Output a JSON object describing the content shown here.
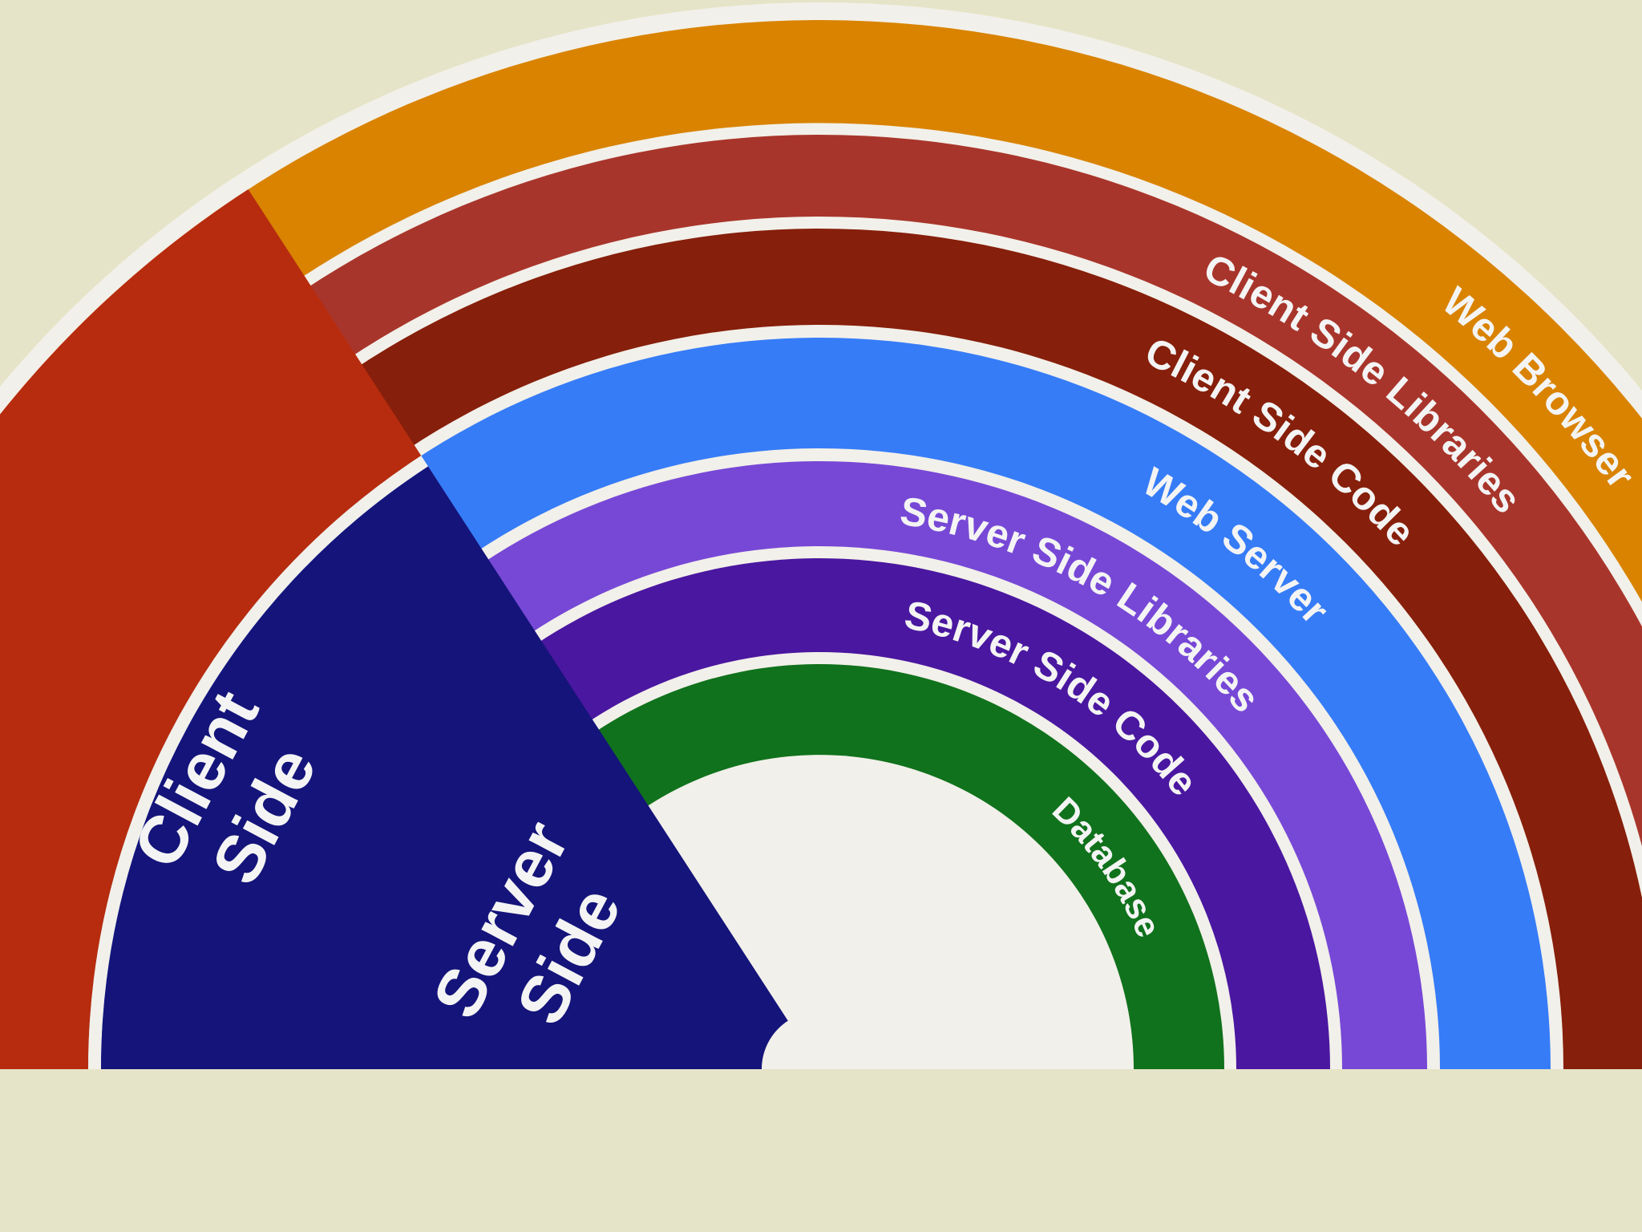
{
  "diagram": {
    "background_color": "#e6e4c8",
    "separator_color": "#f2f0ea",
    "groups": [
      {
        "id": "client",
        "label_lines": [
          "Client",
          "Side"
        ],
        "color": "#b72c0e",
        "layers": [
          {
            "id": "web-browser",
            "label": "Web Browser",
            "color": "#d98300"
          },
          {
            "id": "client-side-libraries",
            "label": "Client Side Libraries",
            "color": "#a8352b"
          },
          {
            "id": "client-side-code",
            "label": "Client Side Code",
            "color": "#861f0b"
          }
        ]
      },
      {
        "id": "server",
        "label_lines": [
          "Server",
          "Side"
        ],
        "color": "#14147a",
        "layers": [
          {
            "id": "web-server",
            "label": "Web Server",
            "color": "#367cf7"
          },
          {
            "id": "server-side-libraries",
            "label": "Server Side Libraries",
            "color": "#7748d6"
          },
          {
            "id": "server-side-code",
            "label": "Server Side Code",
            "color": "#4a17a0"
          },
          {
            "id": "database",
            "label": "Database",
            "color": "#10721c"
          }
        ]
      }
    ]
  }
}
